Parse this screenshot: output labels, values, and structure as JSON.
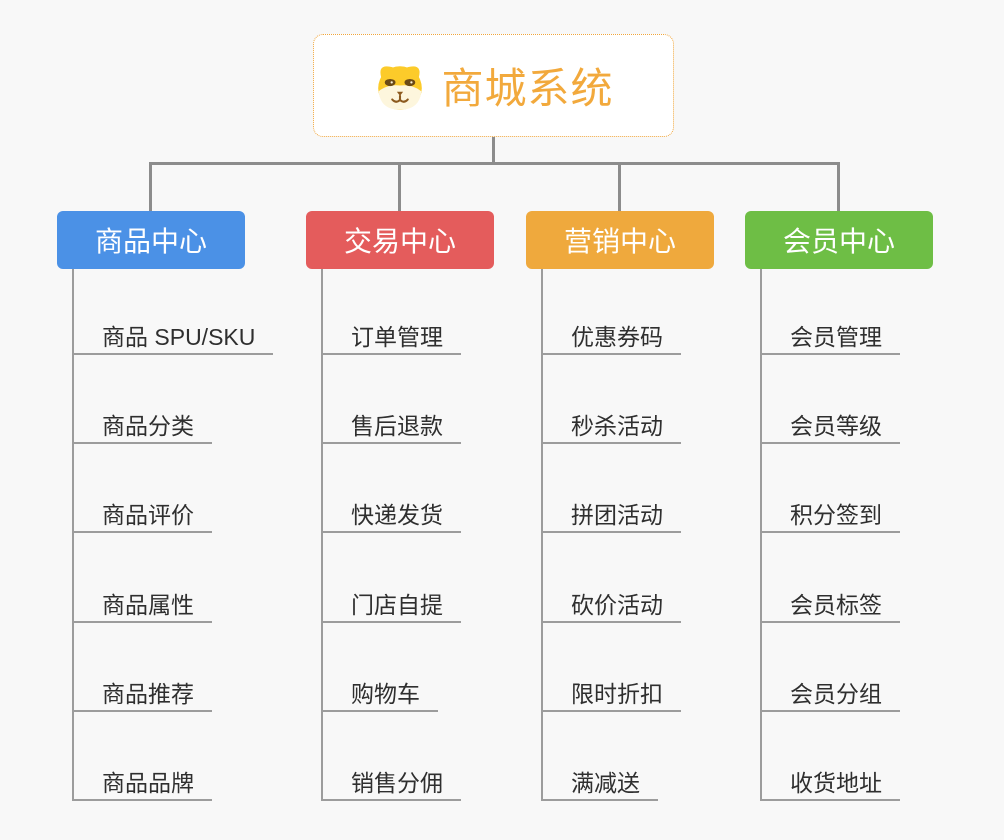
{
  "page": {
    "background": "#f8f8f8",
    "connector_color": "#8c8c8c"
  },
  "root": {
    "title": "商城系统",
    "icon": "doge-face-icon",
    "text_color": "#f2a93c",
    "border_color": "#f0a63c"
  },
  "branches": [
    {
      "label": "商品中心",
      "color": "#4b91e6",
      "items": [
        "商品 SPU/SKU",
        "商品分类",
        "商品评价",
        "商品属性",
        "商品推荐",
        "商品品牌"
      ]
    },
    {
      "label": "交易中心",
      "color": "#e45c5c",
      "items": [
        "订单管理",
        "售后退款",
        "快递发货",
        "门店自提",
        "购物车",
        "销售分佣"
      ]
    },
    {
      "label": "营销中心",
      "color": "#efa93d",
      "items": [
        "优惠券码",
        "秒杀活动",
        "拼团活动",
        "砍价活动",
        "限时折扣",
        "满减送"
      ]
    },
    {
      "label": "会员中心",
      "color": "#6ebe45",
      "items": [
        "会员管理",
        "会员等级",
        "积分签到",
        "会员标签",
        "会员分组",
        "收货地址"
      ]
    }
  ]
}
